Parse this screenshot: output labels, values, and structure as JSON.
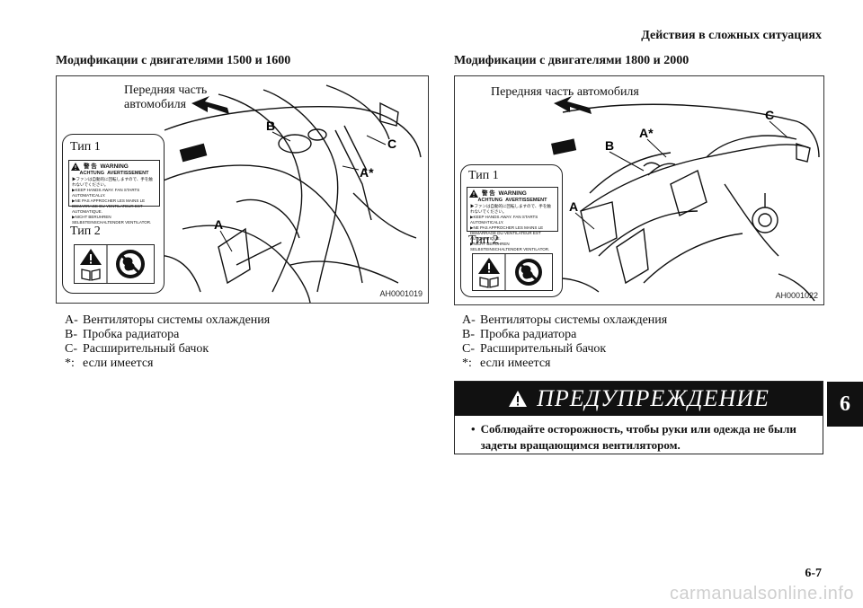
{
  "header": {
    "title": "Действия в сложных ситуациях"
  },
  "left": {
    "title": "Модификации с двигателями 1500 и 1600",
    "figure": {
      "front_label_line1": "Передняя часть",
      "front_label_line2": "автомобиля",
      "code": "AH0001019",
      "label_a": "A",
      "label_b": "B",
      "label_c": "C",
      "label_astar": "A*",
      "type1": "Тип 1",
      "type2": "Тип 2"
    },
    "legend": [
      {
        "key": "A-",
        "text": "Вентиляторы системы охлаждения"
      },
      {
        "key": "B-",
        "text": "Пробка радиатора"
      },
      {
        "key": "C-",
        "text": "Расширительный бачок"
      },
      {
        "key": "*:",
        "text": "если имеется"
      }
    ]
  },
  "right": {
    "title": "Модификации с двигателями 1800 и 2000",
    "figure": {
      "front_label": "Передняя часть автомобиля",
      "code": "AH0001022",
      "label_a": "A",
      "label_b": "B",
      "label_c": "C",
      "label_astar": "A*",
      "type1": "Тип 1",
      "type2": "Тип 2"
    },
    "legend": [
      {
        "key": "A-",
        "text": "Вентиляторы системы охлаждения"
      },
      {
        "key": "B-",
        "text": "Пробка радиатора"
      },
      {
        "key": "C-",
        "text": "Расширительный бачок"
      },
      {
        "key": "*:",
        "text": "если имеется"
      }
    ]
  },
  "sticker": {
    "jp_head": "警 告",
    "warning": "WARNING",
    "achtung": "ACHTUNG",
    "avertissement": "AVERTISSEMENT",
    "line1": "▶ファンは自動的に回転しますので、手を触れないでください。",
    "line2": "▶KEEP HANDS AWAY. FAN STARTS AUTOMATICALLY.",
    "line3": "▶NE PAS APPROCHER LES MAINS LE DEMARRAGE DU VENTILATEUR EST AUTOMATIQUE.",
    "line4": "▶NICHT BERUHREN SELBSTEINSCHALTENDER VENTILATOR."
  },
  "warning_box": {
    "title": "ПРЕДУПРЕЖДЕНИЕ",
    "bullet": "•",
    "text": "Соблюдайте осторожность, чтобы руки или одежда не были задеты вращающимся вентилятором."
  },
  "tab": {
    "label": "6"
  },
  "page": {
    "number": "6-7"
  },
  "watermark": {
    "text": "carmanualsonline.info"
  }
}
